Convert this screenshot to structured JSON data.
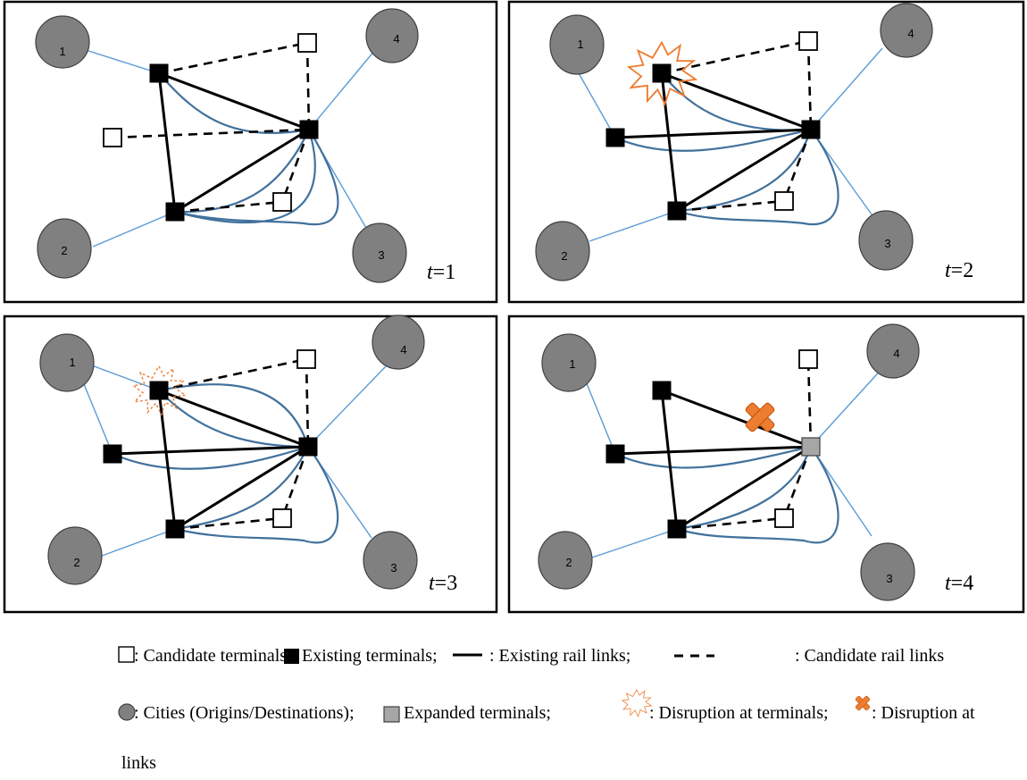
{
  "panels": [
    {
      "time_label_italic": "t",
      "time_label_rest": "=1",
      "cities": [
        "1",
        "2",
        "3",
        "4"
      ],
      "terminals": [
        {
          "id": "A",
          "state": "existing"
        },
        {
          "id": "B",
          "state": "candidate"
        },
        {
          "id": "C",
          "state": "existing"
        },
        {
          "id": "D",
          "state": "candidate"
        },
        {
          "id": "E",
          "state": "candidate"
        },
        {
          "id": "F",
          "state": "existing"
        }
      ],
      "disruptions": []
    },
    {
      "time_label_italic": "t",
      "time_label_rest": "=2",
      "cities": [
        "1",
        "2",
        "3",
        "4"
      ],
      "terminals": [
        {
          "id": "A",
          "state": "existing"
        },
        {
          "id": "B",
          "state": "existing"
        },
        {
          "id": "C",
          "state": "existing"
        },
        {
          "id": "D",
          "state": "candidate"
        },
        {
          "id": "E",
          "state": "candidate"
        },
        {
          "id": "F",
          "state": "existing"
        }
      ],
      "disruptions": [
        "terminal-A"
      ]
    },
    {
      "time_label_italic": "t",
      "time_label_rest": "=3",
      "cities": [
        "1",
        "2",
        "3",
        "4"
      ],
      "terminals": [
        {
          "id": "A",
          "state": "existing"
        },
        {
          "id": "B",
          "state": "existing"
        },
        {
          "id": "C",
          "state": "existing"
        },
        {
          "id": "D",
          "state": "candidate"
        },
        {
          "id": "E",
          "state": "candidate"
        },
        {
          "id": "F",
          "state": "existing"
        }
      ],
      "disruptions": [
        "terminal-A-fading"
      ]
    },
    {
      "time_label_italic": "t",
      "time_label_rest": "=4",
      "cities": [
        "1",
        "2",
        "3",
        "4"
      ],
      "terminals": [
        {
          "id": "A",
          "state": "existing"
        },
        {
          "id": "B",
          "state": "existing"
        },
        {
          "id": "C",
          "state": "expanded"
        },
        {
          "id": "D",
          "state": "candidate"
        },
        {
          "id": "E",
          "state": "candidate"
        },
        {
          "id": "F",
          "state": "existing"
        }
      ],
      "disruptions": [
        "link-A-C"
      ]
    }
  ],
  "legend": {
    "candidate_terminals": ": Candidate terminals;",
    "existing_terminals": "Existing  terminals;",
    "existing_rail_links": ": Existing  rail  links;",
    "candidate_rail_links": ": Candidate rail links",
    "cities": ": Cities (Origins/Destinations);",
    "expanded_terminals": "Expanded terminals;",
    "disruption_terminals": ": Disruption at terminals;",
    "disruption_links": ": Disruption at",
    "disruption_links_cont": "links"
  },
  "colors": {
    "city_fill": "#808080",
    "access_line": "#5b9bd5",
    "flow_curve": "#41719c",
    "disruption": "#ed7d31",
    "expanded_fill": "#a6a6a6"
  }
}
